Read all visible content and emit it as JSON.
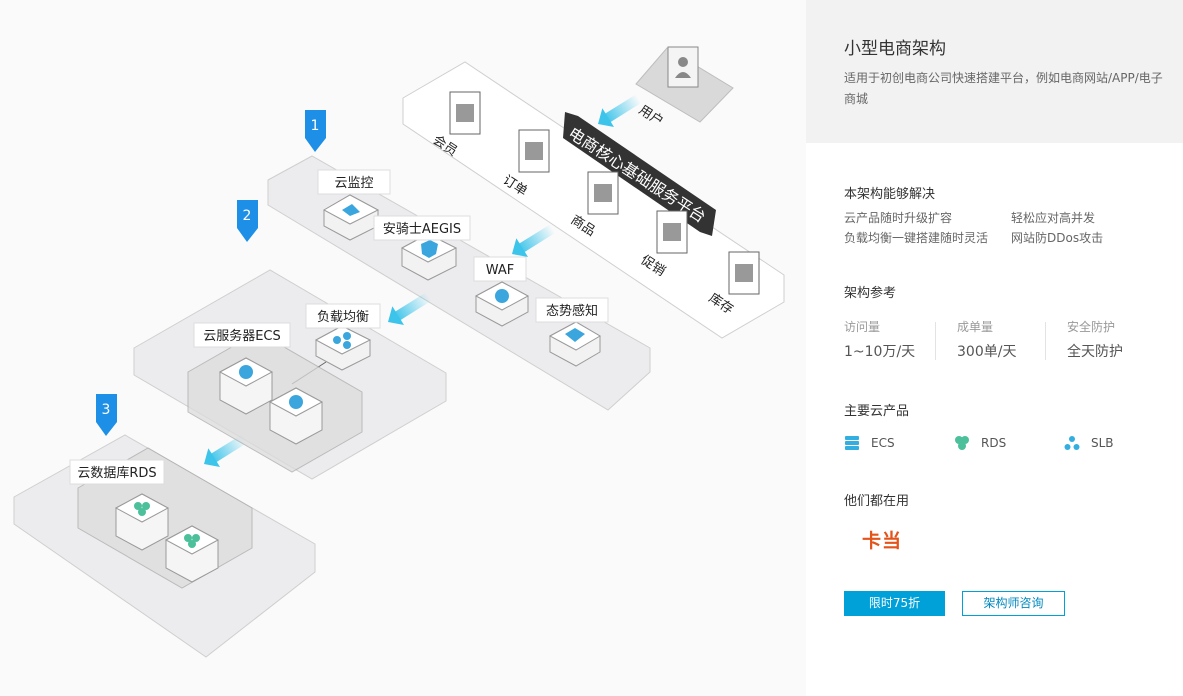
{
  "diagram": {
    "platform_label": "电商核心基础服务平台",
    "user_label": "用户",
    "platform_modules": [
      "会员",
      "订单",
      "商品",
      "促销",
      "库存"
    ],
    "tiers": [
      {
        "number": "1",
        "services": [
          "云监控",
          "安骑士AEGIS",
          "WAF",
          "态势感知"
        ]
      },
      {
        "number": "2",
        "services": [
          "负载均衡",
          "云服务器ECS"
        ]
      },
      {
        "number": "3",
        "services": [
          "云数据库RDS"
        ]
      }
    ],
    "colors": {
      "marker": "#1e8fe6",
      "arrow": "#3cc4ea",
      "ecs_icon": "#3aa6dd",
      "rds_icon": "#4cc09a",
      "slb_icon": "#33aee0"
    }
  },
  "panel": {
    "title": "小型电商架构",
    "description": "适用于初创电商公司快速搭建平台，例如电商网站/APP/电子商城",
    "solves_title": "本架构能够解决",
    "solves": [
      "云产品随时升级扩容",
      "轻松应对高并发",
      "负载均衡一键搭建随时灵活",
      "网站防DDos攻击"
    ],
    "reference_title": "架构参考",
    "metrics": [
      {
        "label": "访问量",
        "value": "1~10万/天"
      },
      {
        "label": "成单量",
        "value": "300单/天"
      },
      {
        "label": "安全防护",
        "value": "全天防护"
      }
    ],
    "products_title": "主要云产品",
    "products": [
      {
        "name": "ECS",
        "icon": "ecs-icon"
      },
      {
        "name": "RDS",
        "icon": "rds-icon"
      },
      {
        "name": "SLB",
        "icon": "slb-icon"
      }
    ],
    "customers_title": "他们都在用",
    "customer_logo": "卡当",
    "buttons": {
      "primary": "限时75折",
      "secondary": "架构师咨询"
    }
  }
}
